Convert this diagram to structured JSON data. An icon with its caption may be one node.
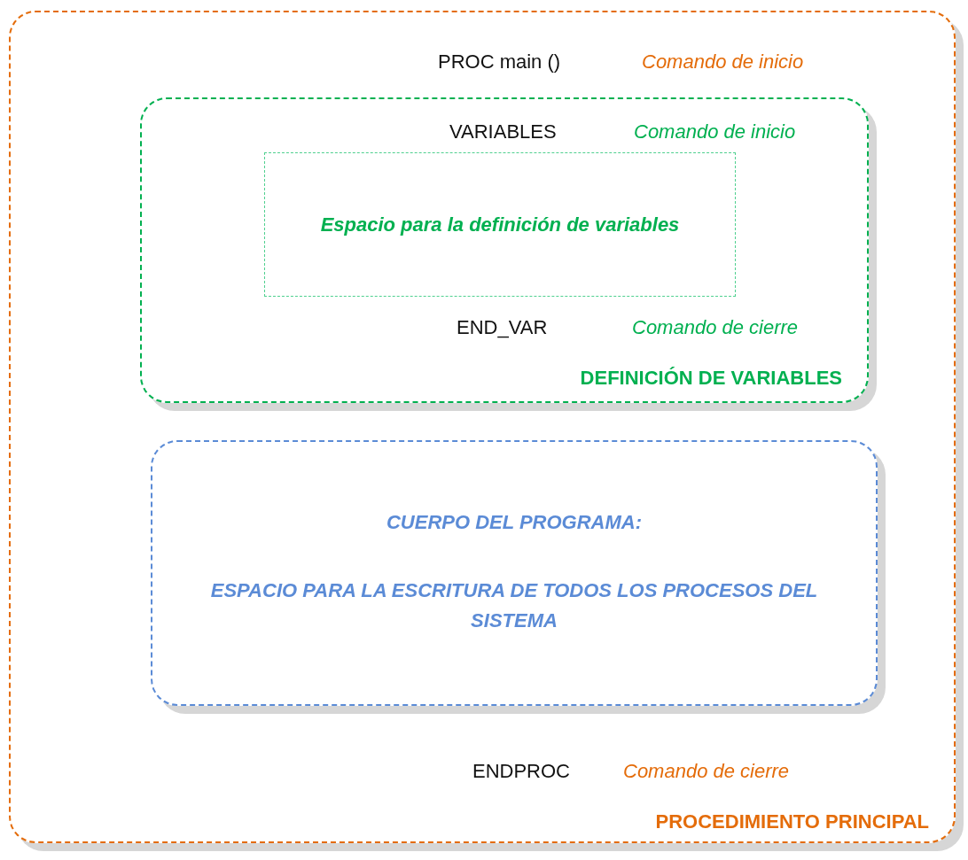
{
  "diagram": {
    "nodes": [
      {
        "text": [
          "PROC main ()",
          "Comando de inicio",
          "ENDPROC",
          "Comando de cierre",
          "PROCEDIMIENTO PRINCIPAL"
        ]
      },
      {
        "text": [
          "VARIABLES",
          "Comando de inicio",
          "END_VAR",
          "Comando de cierre",
          "DEFINICIÓN DE VARIABLES"
        ],
        "in": 0
      },
      {
        "text": [
          "Espacio para la definición de variables"
        ],
        "in": 1
      },
      {
        "text": [
          "CUERPO DEL PROGRAMA:",
          "ESPACIO PARA LA ESCRITURA DE TODOS LOS PROCESOS DEL SISTEMA"
        ],
        "in": 0
      }
    ]
  }
}
